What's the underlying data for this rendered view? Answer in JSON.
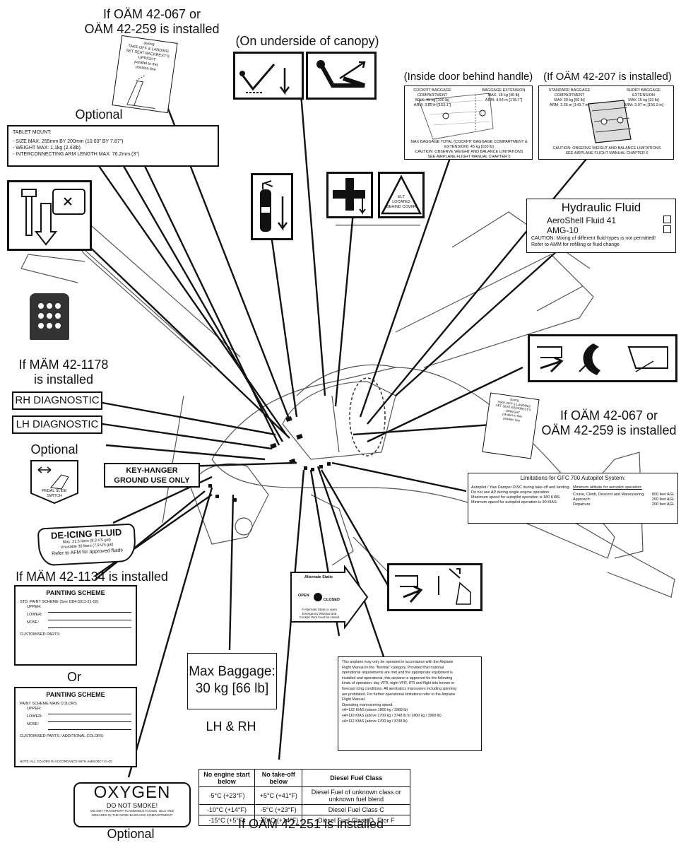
{
  "captions": {
    "oam067_top_line1": "If OÄM 42-067 or",
    "oam067_top_line2": "OÄM 42-259 is installed",
    "canopy": "(On underside of canopy)",
    "inside_door": "(Inside door behind handle)",
    "oam207": "(If OÄM 42-207 is installed)",
    "optional_tablet": "Optional",
    "mam1178_line1": "If MÄM 42-1178",
    "mam1178_line2": "is installed",
    "optional_pedal": "Optional",
    "mam1134": "If MÄM 42-1134 is installed",
    "or": "Or",
    "lh_rh": "LH & RH",
    "oam251": "If OÄM 42-251 is installed",
    "optional_oxygen": "Optional",
    "oam067_right_line1": "If OÄM 42-067 or",
    "oam067_right_line2": "OÄM 42-259 is installed"
  },
  "tablet_mount": {
    "title": "TABLET MOUNT:",
    "line1": "- SIZE MAX: 255mm BY 200mm (10.03\" BY 7.87\")",
    "line2": "- WEIGHT MAX: 1,1kg (2.43lb)",
    "line3": "- INTERCONNECTING ARM LENGTH MAX: 76.2mm (3\")"
  },
  "seat_placard": {
    "l1": "during",
    "l2": "TAKE-OFF & LANDING",
    "l3": "SET SEAT BACKREST'S",
    "l4": "UPRIGHT",
    "l5": "parallel to this",
    "l6": "position line"
  },
  "baggage_placard": {
    "cockpit_title": "COCKPIT BAGGAGE COMPARTMENT",
    "cockpit_max": "MAX. 45 kg [100 lb]",
    "cockpit_arm": "ARM: 3,89 m [153.1\"]",
    "ext_title": "BAGGAGE EXTENSION",
    "ext_max": "MAX. 18 kg [40 lb]",
    "ext_arm": "ARM: 4.54 m [178.7\"]",
    "total": "MAX BAGGAGE TOTAL (COCKPIT BAGGAGE COMPARTMENT & EXTENSION): 45 kg [100 lb]",
    "caution": "CAUTION: OBSERVE WEIGHT AND BALANCE LIMITATIONS",
    "see": "SEE AIRPLANE FLIGHT MANUAL CHAPTER 6"
  },
  "baggage207": {
    "std_title": "STANDARD BAGGAGE COMPARTMENT",
    "std_max": "MAX 30 kg [66 lb]",
    "std_arm": "ARM: 3.65 m [143.7 in]",
    "short_title": "SHORT BAGGAGE EXTENSION",
    "short_max": "MAX 15 kg [33 lb]",
    "short_arm": "ARM: 3.97 m [156.3 in]",
    "caution": "CAUTION: OBSERVE WEIGHT AND BALANCE LIMITATIONS",
    "see": "SEE AIRPLANE FLIGHT MANUAL CHAPTER 6"
  },
  "elt": {
    "l1": "ELT",
    "l2": "LOCATED",
    "l3": "BEHIND COVER"
  },
  "hydraulic": {
    "title": "Hydraulic Fluid",
    "opt1": "AeroShell Fluid 41",
    "opt2": "AMG-10",
    "caution": "CAUTION: Mixing of different fluid-types is not permitted!",
    "refer": "Refer to AMM for refilling or fluid change"
  },
  "diagnostic": {
    "rh": "RH DIAGNOSTIC",
    "lh": "LH DIAGNOSTIC"
  },
  "pedal": {
    "l1": "PEDAL SLIDE",
    "l2": "SWITCH"
  },
  "keyhanger": {
    "l1": "KEY-HANGER",
    "l2": "GROUND USE ONLY"
  },
  "deicing": {
    "title": "DE-ICING FLUID",
    "l1": "Max. 31.6 liters (8.3 US gal)",
    "l2": "Unusable 30 liters (7.9 US gal)",
    "l3": "Refer to AFM for approved fluids"
  },
  "autopilot": {
    "title": "Limitations for GFC 700 Autopilot System:",
    "left1": "Autopilot / Yaw Damper DISC during take-off and landing.",
    "left2": "Do not use AP during single engine operation.",
    "left3": "Maximum speed for autopilot operation is 180 KIAS.",
    "left4": "Minimum speed for autopilot operation is 90 KIAS.",
    "right_head": "Minimum altitude for autopilot operation:",
    "r1a": "Cruise, Climb, Descent and Maneuvering:",
    "r1b": "800 feet AGL",
    "r2a": "Approach:",
    "r2b": "200 feet AGL",
    "r3a": "Departure:",
    "r3b": "200 feet AGL"
  },
  "alt_static": {
    "title": "Alternate Static",
    "open": "OPEN",
    "closed": "CLOSED",
    "note1": "If Alternate Static is open",
    "note2": "Emergency Window and",
    "note3": "Cockpit Vent must be closed"
  },
  "painting1": {
    "title": "PAINTING SCHEME",
    "std": "STD. PAINT SCHEME (See DB4-5011-21-02)",
    "upper": "UPPER:",
    "lower": "LOWER:",
    "nose": "NOSE:",
    "custom": "CUSTOMISED PARTS:"
  },
  "painting2": {
    "title": "PAINTING SCHEME",
    "main": "PAINT SCHEME MAIN COLORS",
    "upper": "UPPER:",
    "lower": "LOWER:",
    "nose": "NOSE:",
    "custom": "CUSTOMISED PARTS / ADDITIONAL COLORS:",
    "note": "NOTE: ALL COLORS IN ACCORDANCE WITH AMM 08C7-21-20"
  },
  "max_baggage": {
    "l1": "Max Baggage:",
    "l2": "30 kg [66 lb]"
  },
  "operations": {
    "l1": "This airplane may only be operated in accordance with the Airplane",
    "l2": "Flight Manual in the \"Normal\" category. Provided that national",
    "l3": "operational requirements are met and the appropriate equipment is",
    "l4": "installed and operational, this airplane is approved for the following",
    "l5": "kinds of operation: day VFR, night VFR, IFR and flight into known or",
    "l6": "forecast icing conditions.  All aerobatics manouvers including spinning",
    "l7": "are prohibited. For further operational limitations refer to the Airplane",
    "l8": "Flight Manual.",
    "l9": "Operating manouvering speed:",
    "l10": "vA=122 KIAS (above 1800 kg / 3968 lb)",
    "l11": "vA=119 KIAS (above 1700 kg / 3748 lb to 1800 kg / 3968 lb)",
    "l12": "vA=112 KIAS (above 1700 kg / 3748 lb)"
  },
  "fuel_table": {
    "headers": [
      "No engine start below",
      "No take-off below",
      "Diesel Fuel Class"
    ],
    "rows": [
      [
        "-5°C (+23°F)",
        "+5°C (+41°F)",
        "Diesel Fuel of unknown class or unknown fuel blend"
      ],
      [
        "-10°C (+14°F)",
        "-5°C (+23°F)",
        "Diesel Fuel Class C"
      ],
      [
        "-15°C (+5°F)",
        "-10°C (+14°F)",
        "Diesel Fuel Class D, E or F"
      ]
    ]
  },
  "oxygen": {
    "title": "OXYGEN",
    "l1": "DO NOT SMOKE!",
    "l2": "DO NOT TRANSPORT FLAMMABLE FLUIDS, OILS AND",
    "l3": "GREASES IN THE NOSE BAGGAGE COMPARTMENT!"
  }
}
